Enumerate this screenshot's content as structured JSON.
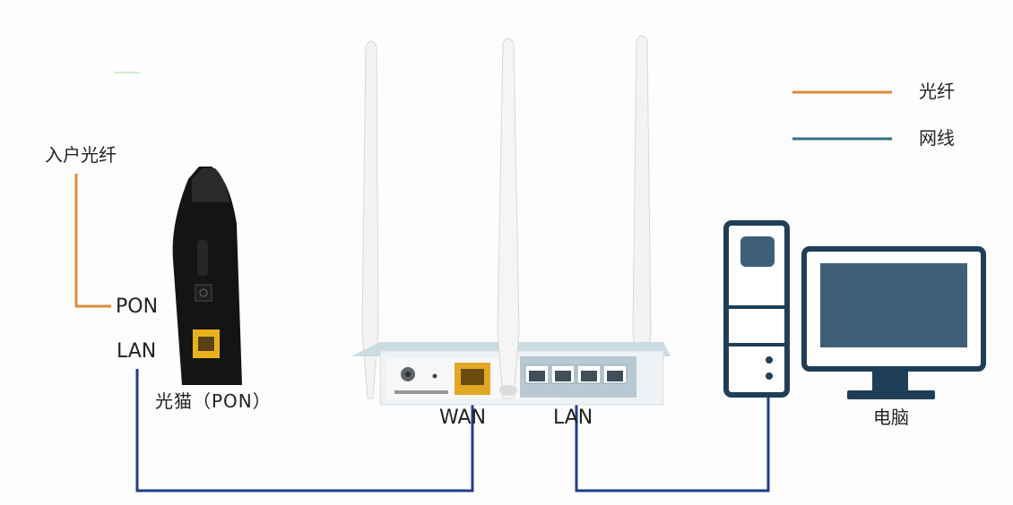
{
  "labels": {
    "fiber_in": "入户光纤",
    "modem_pon_port": "PON",
    "modem_lan_port": "LAN",
    "modem_name": "光猫（PON）",
    "router_wan": "WAN",
    "router_lan": "LAN",
    "computer": "电脑"
  },
  "legend": [
    {
      "label": "光纤",
      "color": "#e08a3a"
    },
    {
      "label": "网线",
      "color": "#2f6f86"
    }
  ],
  "colors": {
    "fiber": "#e08a3a",
    "cable": "#1f3d8a",
    "modem_body": "#141414",
    "router_body": "#e9eef2",
    "computer_outline": "#1f3f59",
    "computer_screen": "#3e5f7a"
  }
}
